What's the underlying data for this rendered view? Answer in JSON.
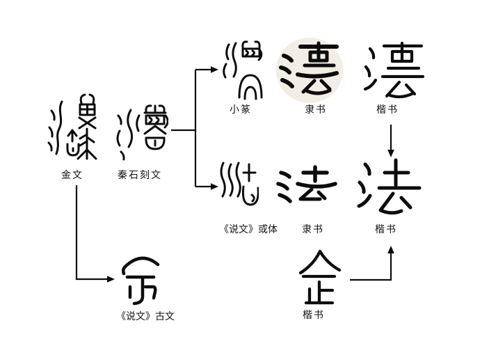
{
  "page": {
    "background": "#ffffff",
    "ink_color": "#0c0c0c",
    "clerical_halo_color": "#f2eee6"
  },
  "diagram": {
    "nodes": {
      "jinwen": {
        "char": "灋",
        "label": "金文"
      },
      "qinshike": {
        "char": "灋",
        "label": "秦石刻文"
      },
      "xiaozhuan": {
        "char": "灋",
        "label": "小篆"
      },
      "lishu_la": {
        "char": "灋",
        "label": "隶书"
      },
      "kaishu_la": {
        "char": "灋",
        "label": "楷书"
      },
      "huoti": {
        "char": "法",
        "label": "《说文》或体"
      },
      "lishu_fa": {
        "char": "法",
        "label": "隶书"
      },
      "kaishu_fa": {
        "char": "法",
        "label": "楷书"
      },
      "guwen": {
        "char": "佱",
        "label": "《说文》古文"
      },
      "kaishu_qi": {
        "char": "佱",
        "label": "楷书"
      }
    },
    "edges": [
      {
        "from": "qinshike",
        "to": "xiaozhuan"
      },
      {
        "from": "qinshike",
        "to": "huoti"
      },
      {
        "from": "kaishu_la",
        "to": "kaishu_fa"
      },
      {
        "from": "jinwen",
        "to": "guwen"
      },
      {
        "from": "kaishu_qi",
        "to": "kaishu_fa"
      }
    ]
  }
}
